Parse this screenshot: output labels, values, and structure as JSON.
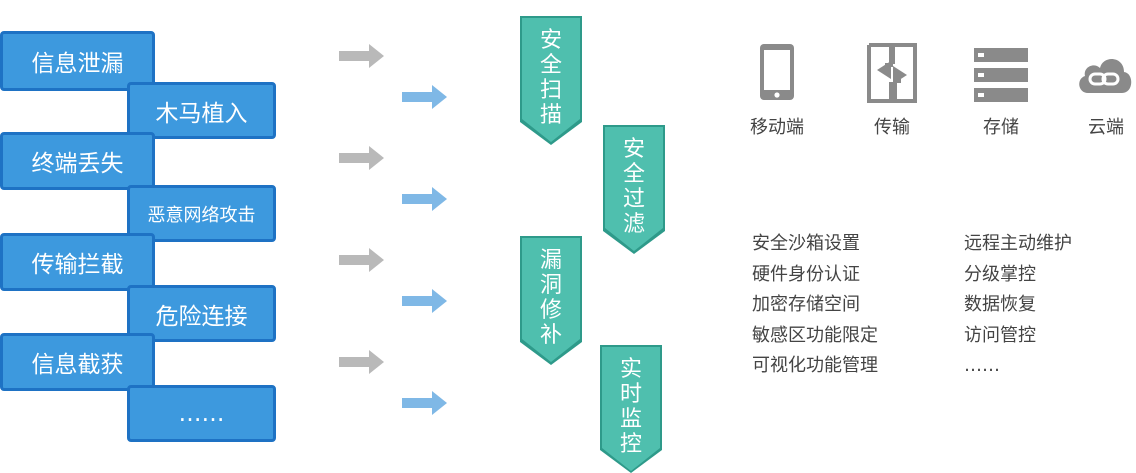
{
  "threats": [
    {
      "label": "信息泄漏"
    },
    {
      "label": "木马植入"
    },
    {
      "label": "终端丢失"
    },
    {
      "label": "恶意网络攻击"
    },
    {
      "label": "传输拦截"
    },
    {
      "label": "危险连接"
    },
    {
      "label": "信息截获"
    },
    {
      "label": "……"
    }
  ],
  "defenses": [
    {
      "label": "安全扫描"
    },
    {
      "label": "安全过滤"
    },
    {
      "label": "漏洞修补"
    },
    {
      "label": "实时监控"
    }
  ],
  "platforms": [
    {
      "icon": "mobile-phone-icon",
      "label": "移动端"
    },
    {
      "icon": "transmission-icon",
      "label": "传输"
    },
    {
      "icon": "storage-icon",
      "label": "存储"
    },
    {
      "icon": "cloud-link-icon",
      "label": "云端"
    }
  ],
  "features_left": [
    "安全沙箱设置",
    "硬件身份认证",
    "加密存储空间",
    "敏感区功能限定",
    "可视化功能管理"
  ],
  "features_right": [
    "远程主动维护",
    "分级掌控",
    "数据恢复",
    "访问管控",
    "……"
  ],
  "colors": {
    "threat_fill": "#3d99de",
    "threat_border": "#1e72c4",
    "defense_fill": "#4fbfae",
    "gray_arrow": "#b9b9b9",
    "blue_arrow": "#7fb8e6",
    "icon_gray": "#8a8a8a"
  }
}
